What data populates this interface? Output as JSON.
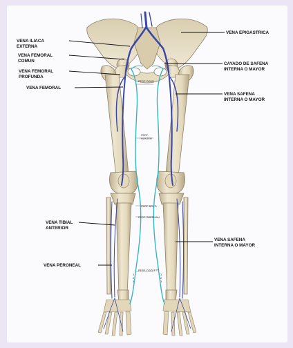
{
  "labels": {
    "left": [
      {
        "id": "vena-iliaca-externa",
        "text": "VENA ILIACA\nEXTERNA"
      },
      {
        "id": "vena-femoral-comun",
        "text": "VENA FEMORAL\nCOMUN"
      },
      {
        "id": "vena-femoral-profunda",
        "text": "VENA FEMORAL\nPROFUNDA"
      },
      {
        "id": "vena-femoral",
        "text": "VENA FEMORAL"
      },
      {
        "id": "vena-tibial-anterior",
        "text": "VENA TIBIAL\nANTERIOR"
      },
      {
        "id": "vena-peroneal",
        "text": "VENA PERONEAL"
      }
    ],
    "right": [
      {
        "id": "vena-epigastrica",
        "text": "VENA EPIGASTRICA"
      },
      {
        "id": "cayado-de-safena",
        "text": "CAYADO DE SAFENA\nINTERNA O MAYOR"
      },
      {
        "id": "vena-safena-upper",
        "text": "VENA SAFENA\nINTERNA O MAYOR"
      },
      {
        "id": "vena-safena-lower",
        "text": "VENA SAFENA\nINTERNA O MAYOR"
      }
    ]
  },
  "perforator_labels": [
    {
      "id": "perf-dodd",
      "text": "PERF. DODD"
    },
    {
      "id": "perf-hunter",
      "text": "PERF.\nHUNTER"
    },
    {
      "id": "perf-boyd",
      "text": "PERF. BOYD"
    },
    {
      "id": "perf-sherman",
      "text": "PERF. SHERMAN"
    },
    {
      "id": "perf-cockett",
      "text": "PERF. COCKETT"
    }
  ],
  "cockett_marks_left": "1\n2\n3",
  "cockett_marks_right": "1\n2\n3",
  "colors": {
    "bone": "#e9dfc4",
    "bone_shade": "#c9bb98",
    "bone_outline": "#8d8066",
    "deep_vein": "#3a45a8",
    "saphenous_vein": "#35b6c6",
    "leader_line": "#111111",
    "panel": "#fbfafd",
    "background": "#ebe5f5"
  }
}
